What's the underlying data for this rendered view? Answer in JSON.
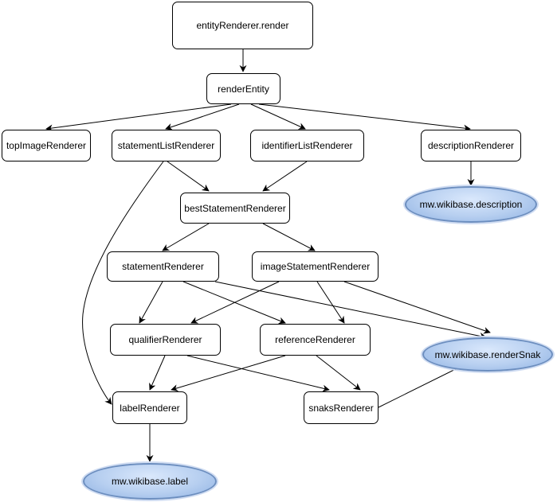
{
  "nodes": {
    "entityRenderer_render": "entityRenderer.render",
    "renderEntity": "renderEntity",
    "topImageRenderer": "topImageRenderer",
    "statementListRenderer": "statementListRenderer",
    "identifierListRenderer": "identifierListRenderer",
    "descriptionRenderer": "descriptionRenderer",
    "mw_wikibase_description": "mw.wikibase.description",
    "bestStatementRenderer": "bestStatementRenderer",
    "statementRenderer": "statementRenderer",
    "imageStatementRenderer": "imageStatementRenderer",
    "qualifierRenderer": "qualifierRenderer",
    "referenceRenderer": "referenceRenderer",
    "mw_wikibase_renderSnak": "mw.wikibase.renderSnak",
    "labelRenderer": "labelRenderer",
    "snaksRenderer": "snaksRenderer",
    "mw_wikibase_label": "mw.wikibase.label"
  },
  "colors": {
    "edge": "#000000",
    "box_border": "#000000",
    "ellipse_border": "#6c8ebf",
    "ellipse_fill": "#dae8fc"
  }
}
